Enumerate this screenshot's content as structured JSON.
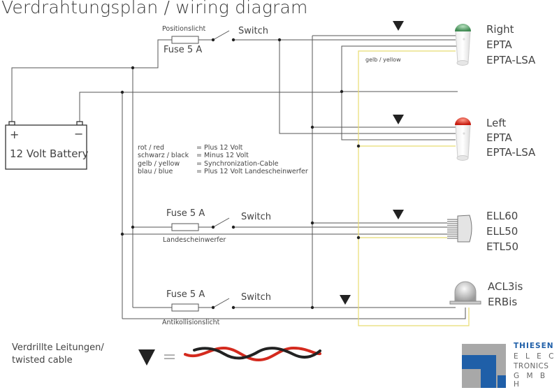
{
  "title": "Verdrahtungsplan / wiring diagram",
  "battery": {
    "label": "12 Volt Battery",
    "plus": "+",
    "minus": "−"
  },
  "circuits": {
    "position": {
      "name": "Positionslicht",
      "fuse": "Fuse 5 A",
      "switch": "Switch"
    },
    "landing": {
      "name": "Landescheinwerfer",
      "fuse": "Fuse 5 A",
      "switch": "Switch"
    },
    "anticollision": {
      "name": "Antikollisionslicht",
      "fuse": "Fuse 5 A",
      "switch": "Switch"
    }
  },
  "sync_cable_label": "gelb / yellow",
  "legend": [
    {
      "key": "rot / red",
      "value": "= Plus 12 Volt"
    },
    {
      "key": "schwarz / black",
      "value": "= Minus 12 Volt"
    },
    {
      "key": "gelb / yellow",
      "value": "= Synchronization-Cable"
    },
    {
      "key": "blau / blue",
      "value": "= Plus 12 Volt Landescheinwerfer"
    }
  ],
  "lights": {
    "right": {
      "lines": [
        "Right",
        "EPTA",
        "EPTA-LSA"
      ],
      "color": "#3f9a55"
    },
    "left": {
      "lines": [
        "Left",
        "EPTA",
        "EPTA-LSA"
      ],
      "color": "#d42a1e"
    },
    "landing": {
      "lines": [
        "ELL60",
        "ELL50",
        "ETL50"
      ]
    },
    "acl": {
      "lines": [
        "ACL3is",
        "ERBis"
      ]
    }
  },
  "twisted": {
    "line1": "Verdrillte Leitungen/",
    "line2": "twisted cable",
    "equals": "="
  },
  "colors": {
    "red": "#d42a1e",
    "black": "#222222",
    "yellow": "#e8dc70",
    "logo_blue": "#1f5fa8",
    "logo_grey": "#a8a8a8"
  },
  "logo": {
    "line1": "THIESEN",
    "line2": "E L E C",
    "line3": "TRONICS",
    "line4": "G M B H"
  }
}
